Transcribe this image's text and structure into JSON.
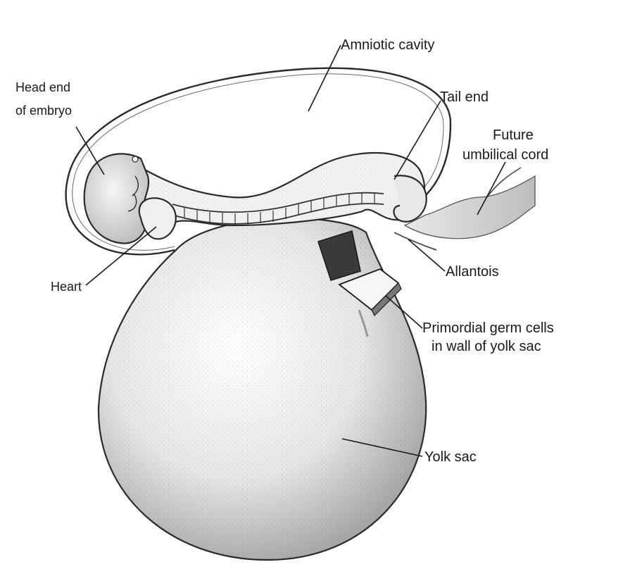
{
  "labels": {
    "amniotic_cavity": "Amniotic cavity",
    "head_end_line1": "Head end",
    "head_end_line2": "of embryo",
    "tail_end": "Tail end",
    "future_cord_line1": "Future",
    "future_cord_line2": "umbilical cord",
    "heart": "Heart",
    "allantois": "Allantois",
    "germ_cells_line1": "Primordial germ cells",
    "germ_cells_line2": "in wall of yolk sac",
    "yolk_sac": "Yolk sac"
  },
  "colors": {
    "ink": "#1a1a1a",
    "tissue_light": "#f1f1f1",
    "tissue_mid": "#d9d9d9",
    "cut_surface": "#3a3a3a"
  }
}
